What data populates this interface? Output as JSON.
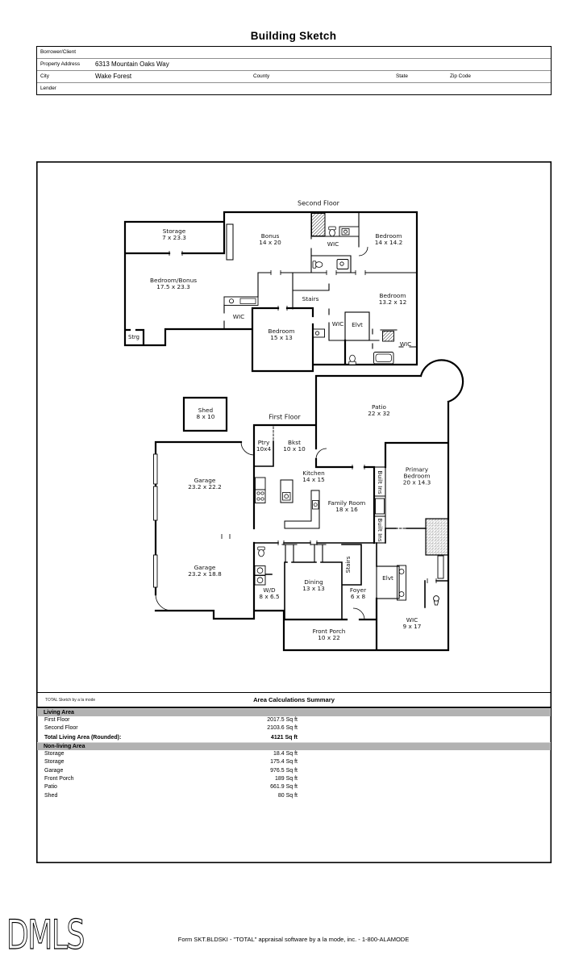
{
  "page": {
    "title": "Building Sketch"
  },
  "form": {
    "borrower_label": "Borrower/Client",
    "property_label": "Property Address",
    "property_value": "6313 Mountain Oaks Way",
    "city_label": "City",
    "city_value": "Wake Forest",
    "county_label": "County",
    "state_label": "State",
    "zip_label": "Zip Code",
    "lender_label": "Lender"
  },
  "sketch": {
    "second_floor": {
      "floor_label": "Second Floor",
      "rooms": {
        "storage": {
          "name": "Storage",
          "dims": "7 x 23.3"
        },
        "bonus": {
          "name": "Bonus",
          "dims": "14 x 20"
        },
        "wic_bath": {
          "name": "WIC"
        },
        "bedroom_ne": {
          "name": "Bedroom",
          "dims": "14 x 14.2"
        },
        "bedroom_bonus": {
          "name": "Bedroom/Bonus",
          "dims": "17.5 x 23.3"
        },
        "stairs": {
          "name": "Stairs"
        },
        "bedroom_e": {
          "name": "Bedroom",
          "dims": "13.2 x 12"
        },
        "wic_west": {
          "name": "WIC"
        },
        "wic_mid": {
          "name": "WIC"
        },
        "elvt": {
          "name": "Elvt"
        },
        "bedroom_s": {
          "name": "Bedroom",
          "dims": "15 x 13"
        },
        "wic_se": {
          "name": "WIC"
        },
        "strg": {
          "name": "Strg"
        }
      }
    },
    "first_floor": {
      "floor_label": "First Floor",
      "rooms": {
        "shed": {
          "name": "Shed",
          "dims": "8 x 10"
        },
        "patio": {
          "name": "Patio",
          "dims": "22 x 32"
        },
        "ptry": {
          "name": "Ptry",
          "dims": "10x4"
        },
        "bkst": {
          "name": "Bkst",
          "dims": "10 x 10"
        },
        "kitchen": {
          "name": "Kitchen",
          "dims": "14 x 15"
        },
        "family_room": {
          "name": "Family Room",
          "dims": "18 x 16"
        },
        "primary_bedroom": {
          "name": "Primary Bedroom",
          "dims": "20 x 14.3"
        },
        "built_ins": {
          "name": "Built Ins"
        },
        "garage_north": {
          "name": "Garage",
          "dims": "23.2 x 22.2"
        },
        "garage_south": {
          "name": "Garage",
          "dims": "23.2 x 18.8"
        },
        "wd": {
          "name": "W/D",
          "dims": "8 x 6.5"
        },
        "dining": {
          "name": "Dining",
          "dims": "13 x 13"
        },
        "stairs": {
          "name": "Stairs"
        },
        "foyer": {
          "name": "Foyer",
          "dims": "6 x 8"
        },
        "elvt": {
          "name": "Elvt"
        },
        "wic": {
          "name": "WIC",
          "dims": "9 x 17"
        },
        "front_porch": {
          "name": "Front Porch",
          "dims": "10 x 22"
        }
      }
    }
  },
  "summary": {
    "watermark": "TOTAL Sketch by a la mode",
    "title": "Area Calculations Summary",
    "living": {
      "header": "Living Area",
      "rows": [
        {
          "label": "First Floor",
          "value": "2017.5 Sq ft"
        },
        {
          "label": "Second Floor",
          "value": "2103.6 Sq ft"
        }
      ],
      "total_label": "Total Living Area (Rounded):",
      "total_value": "4121 Sq ft"
    },
    "nonliving": {
      "header": "Non-living Area",
      "rows": [
        {
          "label": "Storage",
          "value": "18.4 Sq ft"
        },
        {
          "label": "Storage",
          "value": "175.4 Sq ft"
        },
        {
          "label": "Garage",
          "value": "976.5 Sq ft"
        },
        {
          "label": "Front Porch",
          "value": "189 Sq ft"
        },
        {
          "label": "Patio",
          "value": "661.9 Sq ft"
        },
        {
          "label": "Shed",
          "value": "80 Sq ft"
        }
      ]
    }
  },
  "footer": {
    "logo": "DMLS",
    "text": "Form SKT.BLDSKI - \"TOTAL\" appraisal software by a la mode, inc. - 1-800-ALAMODE"
  }
}
